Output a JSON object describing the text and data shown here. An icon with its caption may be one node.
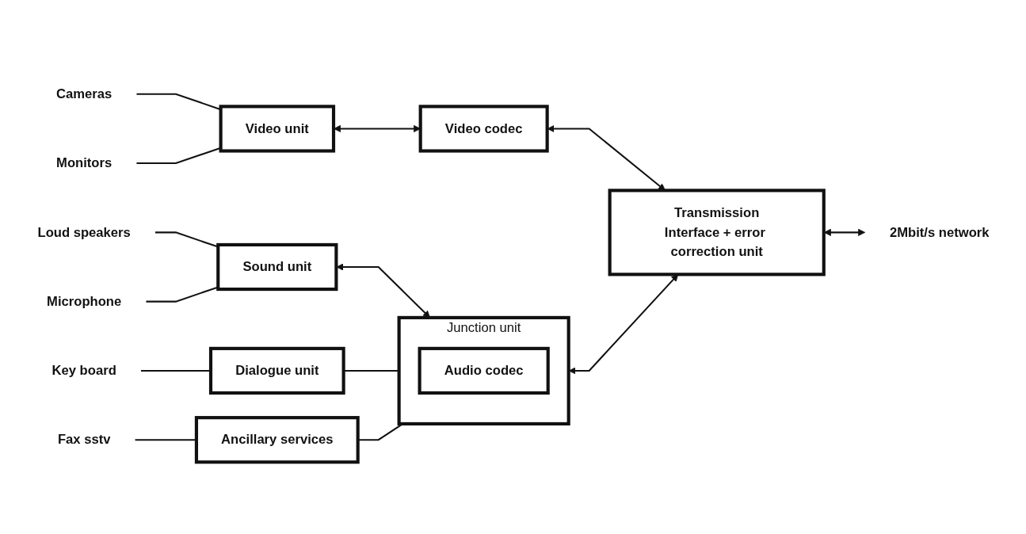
{
  "diagram": {
    "nodes": [
      {
        "text": [
          "Cameras"
        ]
      },
      {
        "text": [
          "Monitors"
        ]
      },
      {
        "text": [
          "Video unit"
        ]
      },
      {
        "text": [
          "Video codec"
        ]
      },
      {
        "text": [
          "Transmission",
          "Interface + error correction unit"
        ]
      },
      {
        "text": [
          "Loud speakers"
        ]
      },
      {
        "text": [
          "Microphone"
        ]
      },
      {
        "text": [
          "Sound unit"
        ]
      },
      {
        "text": [
          "Junction unit"
        ]
      },
      {
        "text": [
          "Audio codec"
        ],
        "in": 8
      },
      {
        "text": [
          "Key board"
        ]
      },
      {
        "text": [
          "Dialogue unit"
        ]
      },
      {
        "text": [
          "Fax sstv"
        ]
      },
      {
        "text": [
          "Ancillary services"
        ]
      },
      {
        "text": [
          "2Mbit/s network"
        ]
      }
    ],
    "edges": [
      {
        "from": 0,
        "to": 2,
        "arrow": "none"
      },
      {
        "from": 1,
        "to": 2,
        "arrow": "none"
      },
      {
        "from": 2,
        "to": 3,
        "arrow": "both"
      },
      {
        "from": 3,
        "to": 4,
        "arrow": "both"
      },
      {
        "from": 5,
        "to": 7,
        "arrow": "none"
      },
      {
        "from": 6,
        "to": 7,
        "arrow": "none"
      },
      {
        "from": 7,
        "to": 8,
        "arrow": "both"
      },
      {
        "from": 10,
        "to": 11,
        "arrow": "none"
      },
      {
        "from": 11,
        "to": 8,
        "arrow": "none"
      },
      {
        "from": 12,
        "to": 13,
        "arrow": "none"
      },
      {
        "from": 13,
        "to": 8,
        "arrow": "none"
      },
      {
        "from": 8,
        "to": 4,
        "arrow": "both"
      },
      {
        "from": 4,
        "to": 14,
        "arrow": "both"
      }
    ]
  }
}
